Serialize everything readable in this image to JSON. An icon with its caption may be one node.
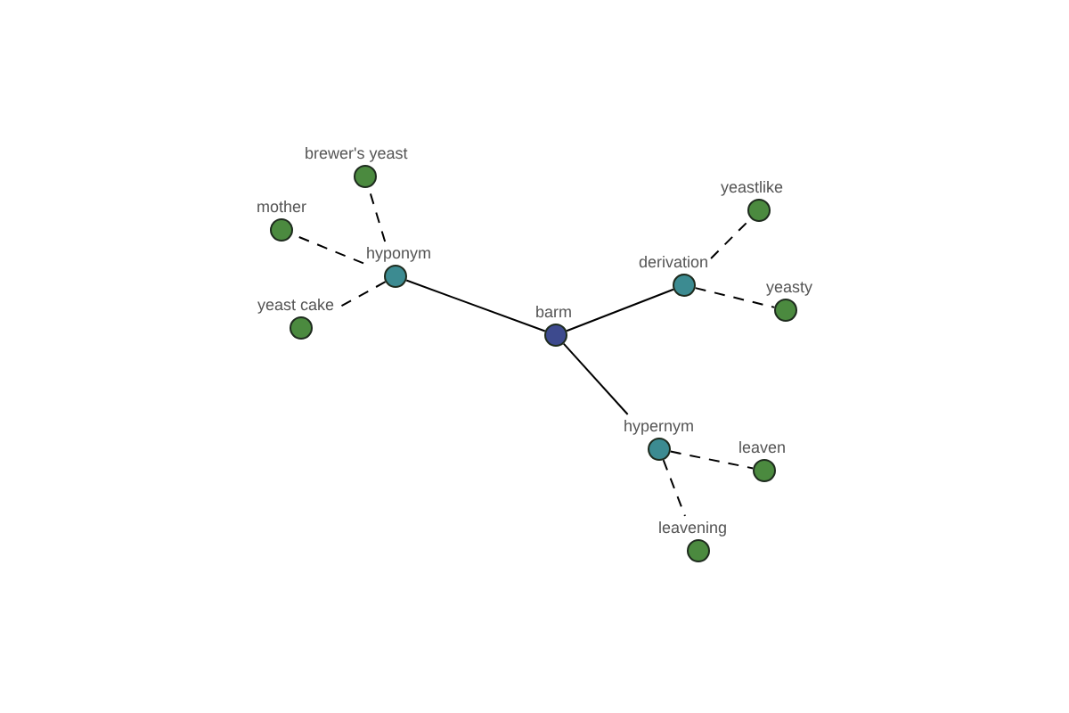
{
  "diagram": {
    "nodes": [
      {
        "text": [
          "brewer's yeast"
        ]
      },
      {
        "text": [
          "yeastlike"
        ]
      },
      {
        "text": [
          "mother"
        ]
      },
      {
        "text": [
          "hyponym"
        ]
      },
      {
        "text": [
          "derivation"
        ]
      },
      {
        "text": [
          "yeasty"
        ]
      },
      {
        "text": [
          "yeast cake"
        ]
      },
      {
        "text": [
          "barm"
        ]
      },
      {
        "text": [
          "hypernym"
        ]
      },
      {
        "text": [
          "leaven"
        ]
      },
      {
        "text": [
          "leavening"
        ]
      }
    ],
    "edges": [
      {
        "from": 7,
        "to": 3,
        "arrow": "none"
      },
      {
        "from": 7,
        "to": 4,
        "arrow": "none"
      },
      {
        "from": 7,
        "to": 8,
        "arrow": "none"
      },
      {
        "from": 3,
        "to": 0,
        "arrow": "none",
        "style": "dashed"
      },
      {
        "from": 3,
        "to": 2,
        "arrow": "none",
        "style": "dashed"
      },
      {
        "from": 3,
        "to": 6,
        "arrow": "none",
        "style": "dashed"
      },
      {
        "from": 4,
        "to": 1,
        "arrow": "none",
        "style": "dashed"
      },
      {
        "from": 4,
        "to": 5,
        "arrow": "none",
        "style": "dashed"
      },
      {
        "from": 8,
        "to": 9,
        "arrow": "none",
        "style": "dashed"
      },
      {
        "from": 8,
        "to": 10,
        "arrow": "none",
        "style": "dashed"
      }
    ]
  }
}
